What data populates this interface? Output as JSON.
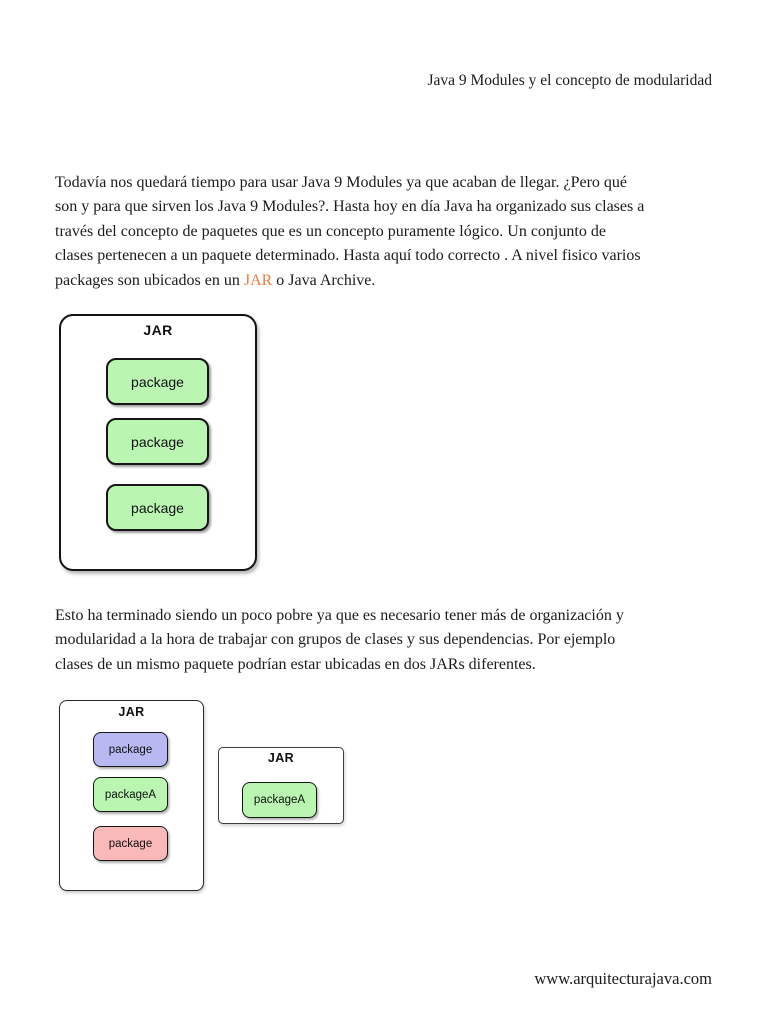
{
  "header": {
    "title": "Java 9 Modules y el concepto de modularidad"
  },
  "paragraph1": {
    "lines": [
      "Todavía nos quedará tiempo para usar Java 9 Modules ya que acaban de llegar. ¿Pero qué",
      "son y para que sirven los Java 9 Modules?. Hasta hoy en día Java ha organizado sus clases a",
      "través del concepto de paquetes que es un concepto puramente lógico. Un conjunto de",
      "clases pertenecen a un paquete determinado. Hasta aquí todo correcto . A nivel fisico varios"
    ],
    "last_line": {
      "before": "packages son ubicados en un ",
      "link": "JAR",
      "after": " o Java Archive."
    }
  },
  "paragraph2": {
    "lines": [
      "Esto ha terminado siendo un poco pobre ya que es necesario tener más de organización y",
      "modularidad a la hora de trabajar con grupos de clases y sus dependencias. Por ejemplo",
      "clases de un mismo paquete podrían estar ubicadas en dos JARs diferentes."
    ]
  },
  "diagram1": {
    "jar_label": "JAR",
    "packages": [
      {
        "label": "package",
        "color": "#baf6b2"
      },
      {
        "label": "package",
        "color": "#baf6b2"
      },
      {
        "label": "package",
        "color": "#baf6b2"
      }
    ]
  },
  "diagram2": {
    "left_jar": {
      "label": "JAR",
      "packages": [
        {
          "label": "package",
          "color": "#b9b9f2"
        },
        {
          "label": "packageA",
          "color": "#baf6b2"
        },
        {
          "label": "package",
          "color": "#f9b9b9"
        }
      ]
    },
    "right_jar": {
      "label": "JAR",
      "packages": [
        {
          "label": "packageA",
          "color": "#baf6b2"
        }
      ]
    }
  },
  "colors": {
    "link_orange": "#e87e3c",
    "package_green": "#baf6b2",
    "package_blue": "#b9b9f2",
    "package_pink": "#f9b9b9"
  },
  "footer": {
    "url": "www.arquitecturajava.com"
  }
}
